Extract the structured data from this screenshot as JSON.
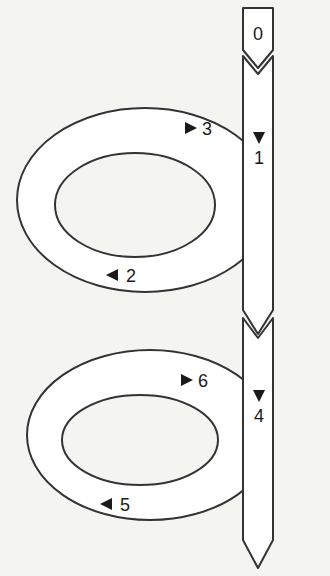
{
  "diagram": {
    "labels": [
      "0",
      "3",
      "1",
      "2",
      "6",
      "4",
      "5"
    ]
  }
}
